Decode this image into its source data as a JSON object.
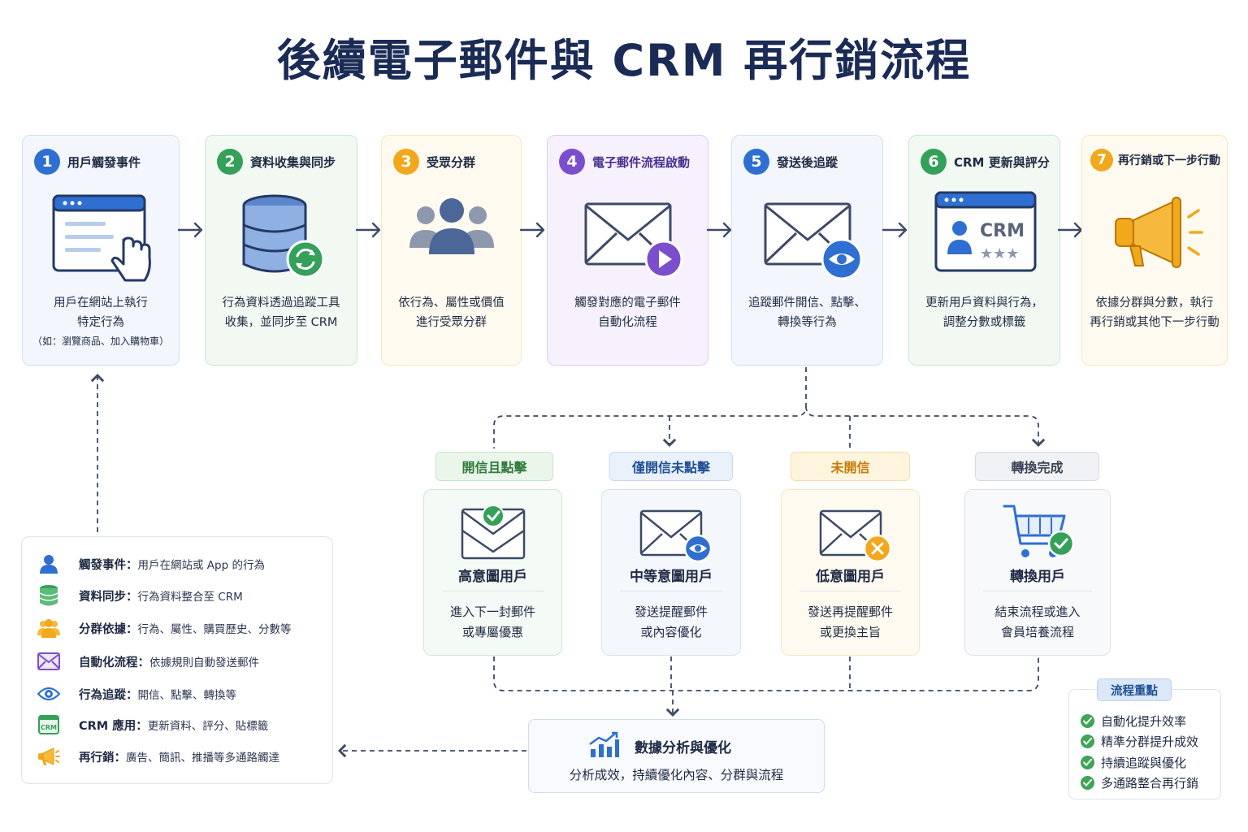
{
  "title": "後續電子郵件與 CRM 再行銷流程",
  "steps": [
    {
      "num": "1",
      "label": "用戶觸發事件",
      "desc": "用戶在網站上執行\n特定行為",
      "note": "（如：瀏覽商品、加入購物車）",
      "color": "#2f6fd1",
      "icon": "browser-click-icon"
    },
    {
      "num": "2",
      "label": "資料收集與同步",
      "desc": "行為資料透過追蹤工具\n收集，並同步至 CRM",
      "color": "#35a05a",
      "icon": "database-sync-icon"
    },
    {
      "num": "3",
      "label": "受眾分群",
      "desc": "依行為、屬性或價值\n進行受眾分群",
      "color": "#f2a81d",
      "icon": "audience-icon"
    },
    {
      "num": "4",
      "label": "電子郵件流程啟動",
      "desc": "觸發對應的電子郵件\n自動化流程",
      "color": "#7b4fcb",
      "icon": "email-play-icon"
    },
    {
      "num": "5",
      "label": "發送後追蹤",
      "desc": "追蹤郵件開信、點擊、\n轉換等行為",
      "color": "#2f6fd1",
      "icon": "email-eye-icon"
    },
    {
      "num": "6",
      "label": "CRM 更新與評分",
      "desc": "更新用戶資料與行為，\n調整分數或標籤",
      "color": "#35a05a",
      "icon": "crm-card-icon",
      "crm_text": "CRM"
    },
    {
      "num": "7",
      "label": "再行銷或下一步行動",
      "desc": "依據分群與分數，執行\n再行銷或其他下一步行動",
      "color": "#f2a81d",
      "icon": "megaphone-icon"
    }
  ],
  "outcomes": [
    {
      "tag": "開信且點擊",
      "title": "高意圖用戶",
      "desc": "進入下一封郵件\n或專屬優惠",
      "icon": "email-check-icon"
    },
    {
      "tag": "僅開信未點擊",
      "title": "中等意圖用戶",
      "desc": "發送提醒郵件\n或內容優化",
      "icon": "email-eye-icon"
    },
    {
      "tag": "未開信",
      "title": "低意圖用戶",
      "desc": "發送再提醒郵件\n或更換主旨",
      "icon": "email-x-icon"
    },
    {
      "tag": "轉換完成",
      "title": "轉換用戶",
      "desc": "結束流程或進入\n會員培養流程",
      "icon": "cart-check-icon"
    }
  ],
  "analysis": {
    "title": "數據分析與優化",
    "desc": "分析成效，持續優化內容、分群與流程"
  },
  "legend": [
    {
      "key": "觸發事件：",
      "value": "用戶在網站或 App 的行為",
      "icon": "user-icon",
      "color": "#2f6fd1"
    },
    {
      "key": "資料同步：",
      "value": "行為資料整合至 CRM",
      "icon": "database-icon",
      "color": "#35a05a"
    },
    {
      "key": "分群依據：",
      "value": "行為、屬性、購買歷史、分數等",
      "icon": "group-icon",
      "color": "#f2a81d"
    },
    {
      "key": "自動化流程：",
      "value": "依據規則自動發送郵件",
      "icon": "mail-icon",
      "color": "#7b4fcb"
    },
    {
      "key": "行為追蹤：",
      "value": "開信、點擊、轉換等",
      "icon": "eye-icon",
      "color": "#2f6fd1"
    },
    {
      "key": "CRM 應用：",
      "value": "更新資料、評分、貼標籤",
      "icon": "crm-icon",
      "color": "#35a05a",
      "icon_text": "CRM"
    },
    {
      "key": "再行銷：",
      "value": " 廣告、簡訊、推播等多通路觸達",
      "icon": "megaphone-icon",
      "color": "#f2a81d"
    }
  ],
  "key_points": {
    "title": "流程重點",
    "items": [
      "自動化提升效率",
      "精準分群提升成效",
      "持續追蹤與優化",
      "多通路整合再行銷"
    ]
  }
}
